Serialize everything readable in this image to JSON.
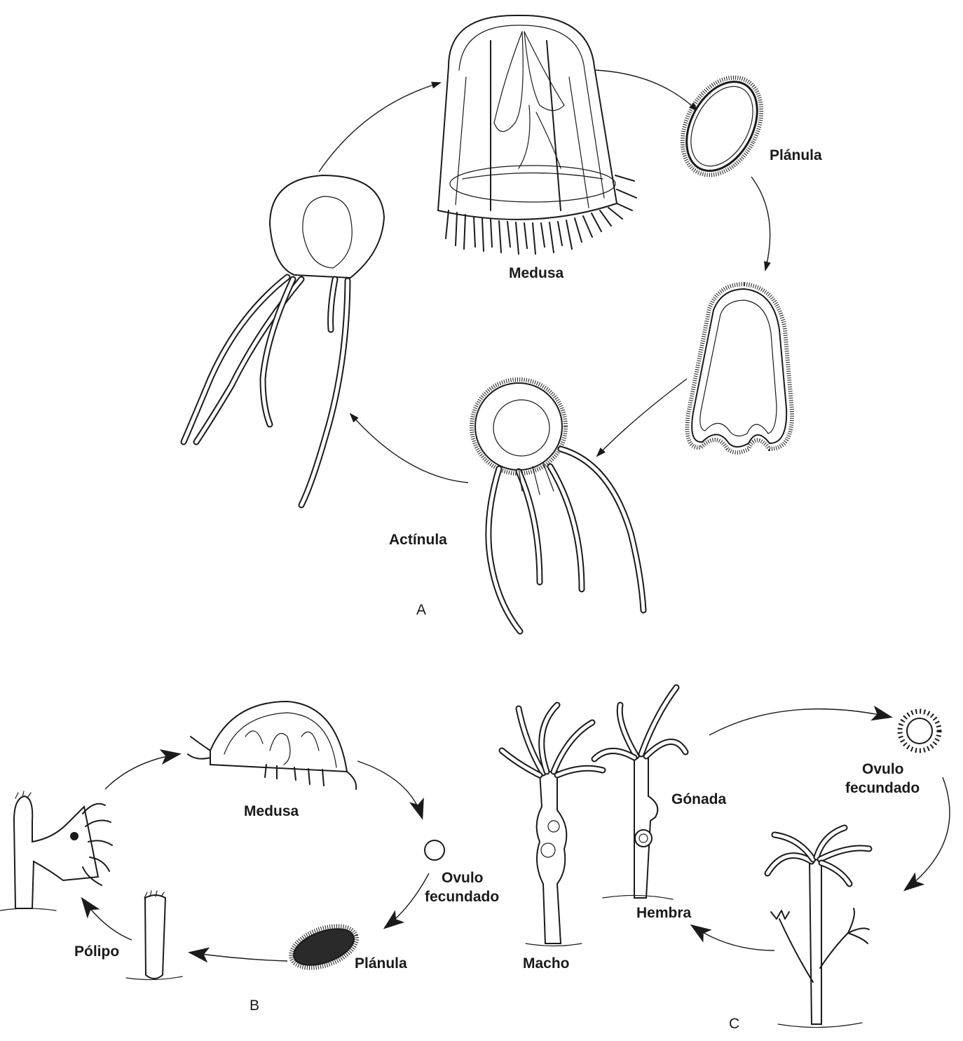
{
  "panels": {
    "A": {
      "letter": "A",
      "labels": {
        "medusa": "Medusa",
        "planula": "Plánula",
        "actinula": "Actínula"
      }
    },
    "B": {
      "letter": "B",
      "labels": {
        "medusa": "Medusa",
        "ovulo_line1": "Ovulo",
        "ovulo_line2": "fecundado",
        "planula": "Plánula",
        "polipo": "Pólipo"
      }
    },
    "C": {
      "letter": "C",
      "labels": {
        "ovulo_line1": "Ovulo",
        "ovulo_line2": "fecundado",
        "gonada": "Gónada",
        "hembra": "Hembra",
        "macho": "Macho"
      }
    }
  },
  "colors": {
    "ink": "#1a1a1a",
    "paper": "#ffffff"
  }
}
